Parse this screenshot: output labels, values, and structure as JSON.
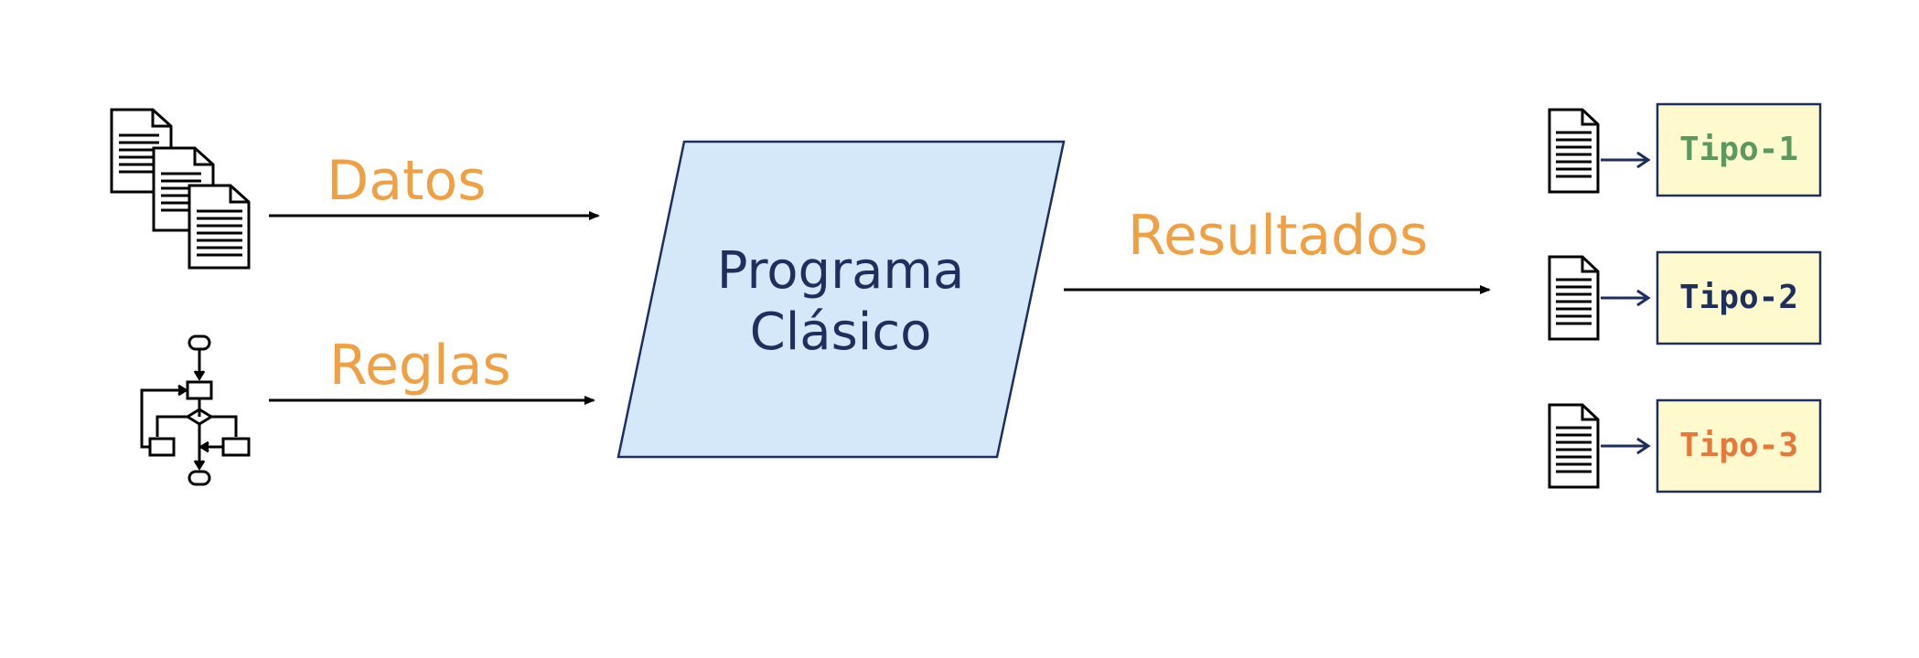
{
  "inputs": {
    "datos_label": "Datos",
    "reglas_label": "Reglas"
  },
  "program": {
    "line1": "Programa",
    "line2": "Clásico"
  },
  "output": {
    "resultados_label": "Resultados",
    "types": [
      {
        "label": "Tipo-1",
        "color": "#5B9A5F"
      },
      {
        "label": "Tipo-2",
        "color": "#1E2F5E"
      },
      {
        "label": "Tipo-3",
        "color": "#E8773A"
      }
    ]
  },
  "colors": {
    "label_orange": "#F0A043",
    "program_fill": "#D4E8FA",
    "program_stroke": "#1E2F5E",
    "type_box_fill": "#FFFACD",
    "arrow": "#000000",
    "small_arrow": "#1E2F5E"
  },
  "icons": [
    "stacked-documents-icon",
    "flowchart-icon",
    "document-icon"
  ]
}
